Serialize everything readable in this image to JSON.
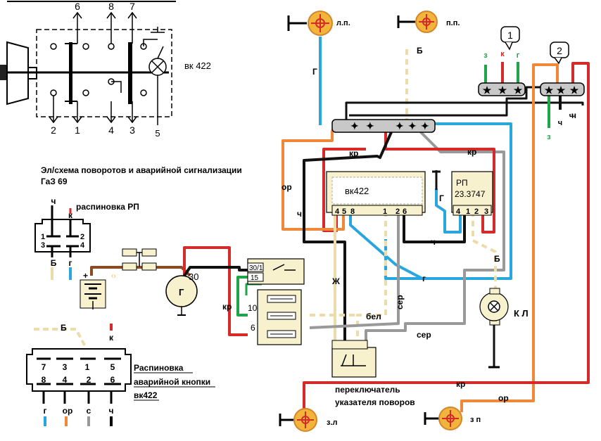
{
  "switch_diagram": {
    "top_pins": [
      "6",
      "8",
      "7"
    ],
    "bottom_pins": [
      "2",
      "1",
      "4",
      "3",
      "5"
    ],
    "name": "вк 422"
  },
  "title": {
    "line1": "Эл/схема поворотов и аварийной сигнализации",
    "line2": "ГаЗ 69"
  },
  "rp_pinout": {
    "title": "распиновка РП",
    "wires_top": [
      "ч",
      "к"
    ],
    "pins": [
      "1",
      "2",
      "3",
      "4"
    ],
    "wires_bottom": [
      "Б",
      "г"
    ]
  },
  "button_pinout": {
    "title_line1": "Распиновка",
    "title_line2": "аварийной кнопки",
    "title_line3": "вк422",
    "top_wires": [
      "Б",
      "к"
    ],
    "row1": [
      "7",
      "3",
      "1",
      "5"
    ],
    "row2": [
      "8",
      "4",
      "2",
      "6"
    ],
    "bottom_wires": [
      "г",
      "ор",
      "с",
      "ч"
    ]
  },
  "lamps": {
    "front_left": "л.п.",
    "front_right": "п.п.",
    "rear_left": "з.л",
    "rear_right": "з п",
    "control": "К Л"
  },
  "connectors": [
    "1",
    "2"
  ],
  "connector1_wires": [
    "з",
    "к",
    "г"
  ],
  "connector2_wires": [
    "ч",
    "з"
  ],
  "units": {
    "vk422": "вк422",
    "vk422_pins": [
      "4",
      "5",
      "8",
      "1",
      "2",
      "6"
    ],
    "rp_line1": "РП",
    "rp_line2": "23.3747",
    "rp_pins": [
      "4",
      "1",
      "2",
      "3"
    ],
    "generator": "Г",
    "generator_pin": "30",
    "ignition_labels": [
      "30/1",
      "15"
    ],
    "fuse_labels": [
      "10",
      "6"
    ],
    "switch_line1": "переключатель",
    "switch_line2": "указателя поворов"
  },
  "wire_labels": {
    "g1": "Г",
    "b1": "Б",
    "kr1": "кр",
    "kr2": "кр",
    "kr3": "кр",
    "kr4": "кр",
    "or1": "ор",
    "or2": "ор",
    "ch1": "ч",
    "ch2": "ч",
    "ch3": "ч",
    "ch4": "ч",
    "g2": "Г",
    "g3": "г",
    "b2": "Б",
    "zh": "Ж",
    "bel": "бел",
    "ser1": "сер",
    "ser2": "сер"
  },
  "colors": {
    "red": "#d42a2a",
    "blue": "#2aa6df",
    "orange": "#f0883a",
    "cream": "#ecdcaa",
    "gray": "#999999",
    "green": "#1ea547",
    "brown": "#8a4a22",
    "connector_gray": "#c8c8c8",
    "unit_fill": "#f7f1ce",
    "lamp_fill": "#f2b43a"
  }
}
